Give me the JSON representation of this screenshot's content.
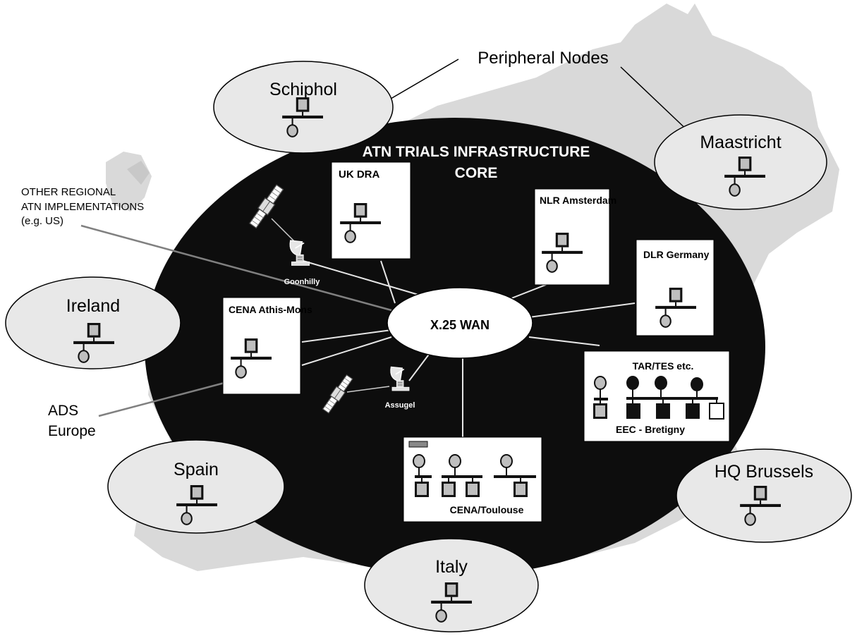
{
  "title": {
    "line1": "ATN TRIALS INFRASTRUCTURE",
    "line2": "CORE"
  },
  "hub": {
    "label": "X.25 WAN"
  },
  "callouts": {
    "peripheral_nodes": "Peripheral Nodes",
    "other_regional_line1": "OTHER REGIONAL",
    "other_regional_line2": "ATN IMPLEMENTATIONS",
    "other_regional_line3": "(e.g. US)",
    "ads_line1": "ADS",
    "ads_line2": "Europe"
  },
  "peripheral_nodes": {
    "schiphol": "Schiphol",
    "maastricht": "Maastricht",
    "ireland": "Ireland",
    "spain": "Spain",
    "italy": "Italy",
    "hq_brussels": "HQ Brussels"
  },
  "core_sites": {
    "uk_dra": "UK DRA",
    "nlr_amsterdam": "NLR Amsterdam",
    "dlr_germany": "DLR Germany",
    "cena_athis_mons": "CENA Athis-Mons",
    "eec_tar_tes": "TAR/TES etc.",
    "eec_bretigny": "EEC - Bretigny",
    "cena_toulouse": "CENA/Toulouse"
  },
  "ground_stations": {
    "goonhilly": "Goonhilly",
    "aussaguel": "Assugel"
  },
  "colors": {
    "core_fill": "#0d0d0d",
    "node_fill": "#e8e8e8",
    "map_fill": "#d9d9d9",
    "terminal_fill": "#bfbfbf"
  }
}
